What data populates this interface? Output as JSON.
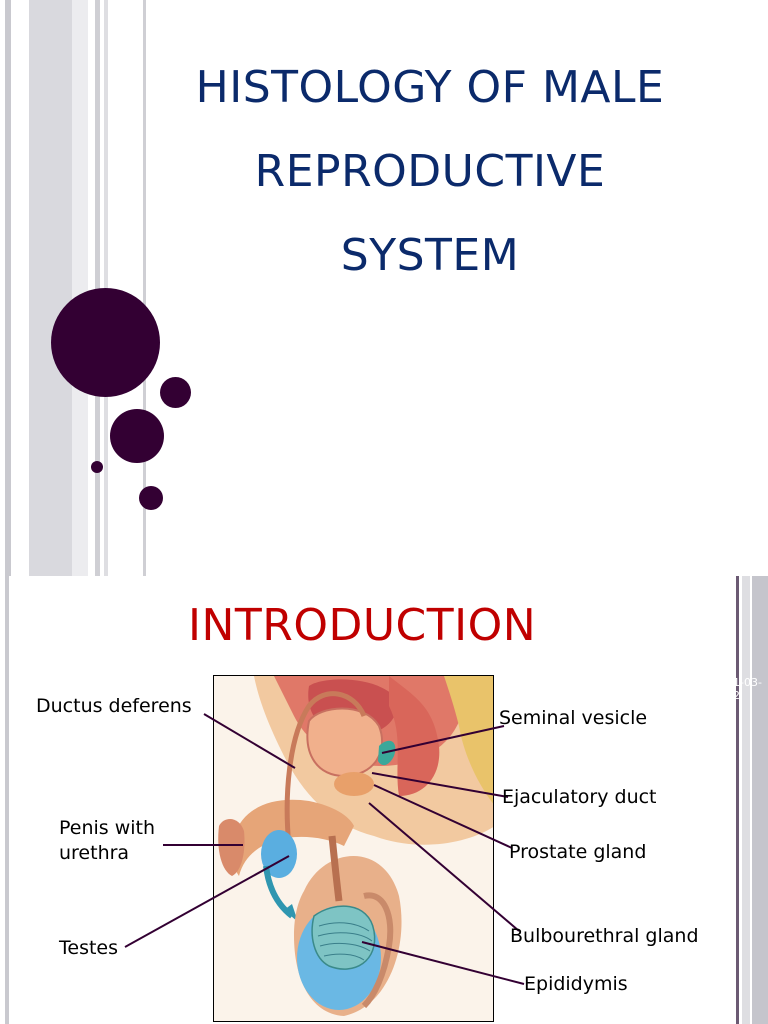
{
  "slide1": {
    "title_lines": [
      "HISTOLOGY OF MALE",
      "REPRODUCTIVE",
      "SYSTEM"
    ],
    "colors": {
      "title": "#0b2a6b",
      "dots": "#330033",
      "stripe_gray": "#d7d7db"
    }
  },
  "slide2": {
    "title": "INTRODUCTION",
    "date_fragment": "1-03-2",
    "labels": {
      "ductus_deferens": "Ductus deferens",
      "seminal_vesicle": "Seminal vesicle",
      "ejaculatory_duct": "Ejaculatory duct",
      "penis_line1": "Penis with",
      "penis_line2": "urethra",
      "prostate_gland": "Prostate gland",
      "testes": "Testes",
      "bulbourethral_gland": "Bulbourethral gland",
      "epididymis": "Epididymis"
    },
    "colors": {
      "title": "#c00000",
      "leader_lines": "#330033"
    }
  }
}
